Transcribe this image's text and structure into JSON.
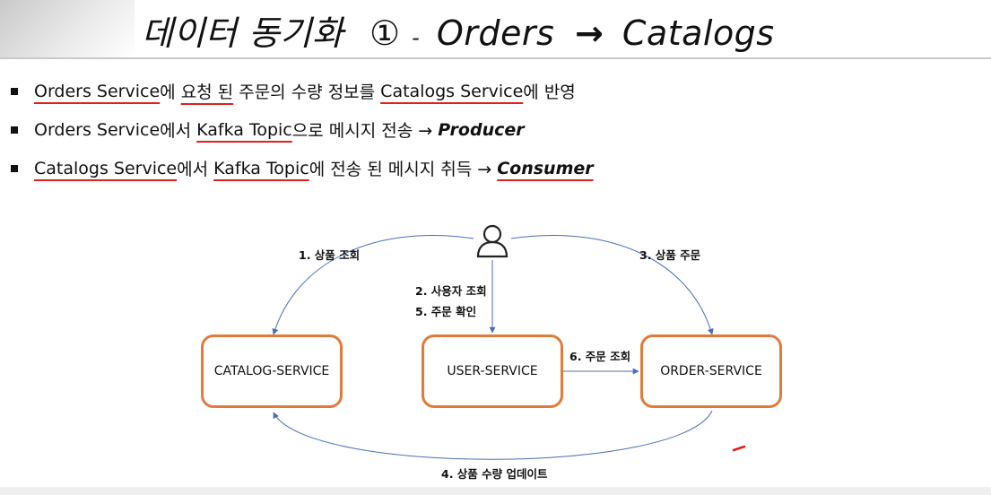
{
  "title": {
    "main": "데이터 동기화",
    "circled": "①",
    "dash": "-",
    "from": "Orders",
    "arrow": "→",
    "to": "Catalogs"
  },
  "bullets": [
    {
      "a": "Orders Service",
      "b": "에 ",
      "c": "요청 된",
      "d": " 주문의 수량 정보를 ",
      "e": "Catalogs Service",
      "f": "에 반영"
    },
    {
      "a": "Orders Service",
      "b": "에서 ",
      "c": "Kafka Topic",
      "d": "으로 메시지 전송 → ",
      "e": "Producer"
    },
    {
      "a": "Catalogs Service",
      "b": "에서 ",
      "c": "Kafka Topic",
      "d": "에 전송 된 메시지 취득 → ",
      "e": "Consumer"
    }
  ],
  "diagram": {
    "services": {
      "catalog": "CATALOG-SERVICE",
      "user": "USER-SERVICE",
      "order": "ORDER-SERVICE"
    },
    "labels": {
      "step1": "1.  상품 조회",
      "step2": "2. 사용자 조회",
      "step3": "3. 상품 주문",
      "step4": "4. 상품 수량 업데이트",
      "step5": "5. 주문 확인",
      "step6": "6. 주문 조회"
    },
    "icons": [
      "user-icon"
    ],
    "colors": {
      "box_border": "#e07b39",
      "arrow": "#4a6fb5",
      "annotation": "#e02020"
    }
  }
}
